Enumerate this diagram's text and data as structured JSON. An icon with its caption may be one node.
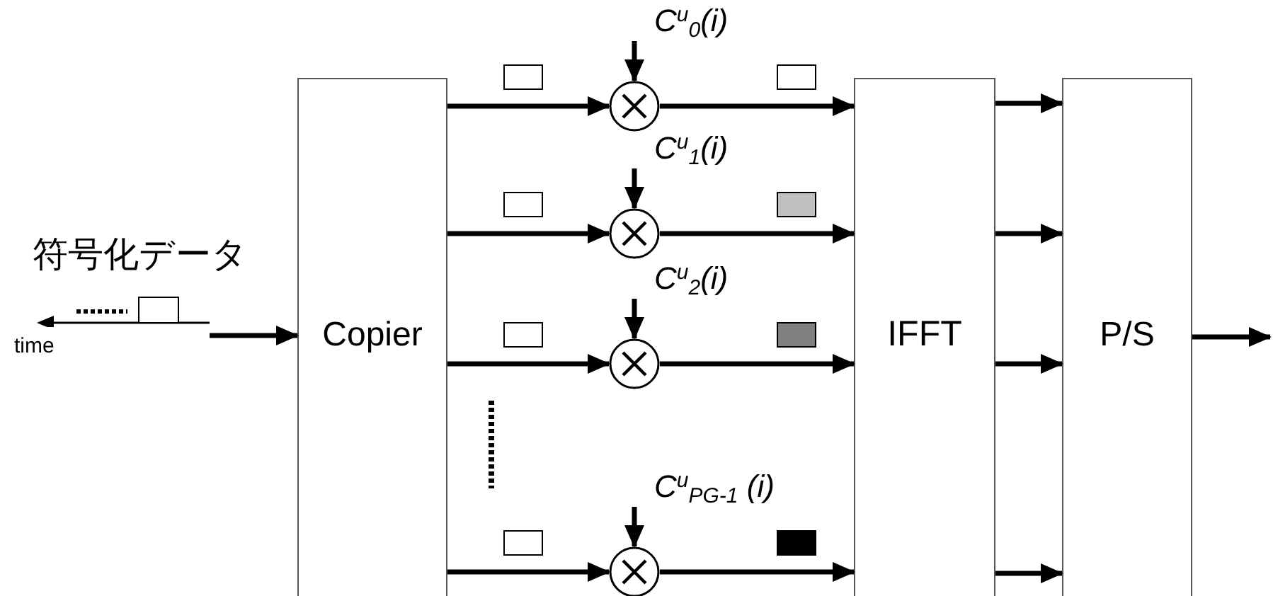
{
  "diagram": {
    "nodes": [
      {
        "text": [
          "符号化データ"
        ],
        "beside": [
          "time"
        ]
      },
      {
        "text": [
          "Copier"
        ]
      },
      {
        "text": [
          "IFFT"
        ]
      },
      {
        "text": [
          "P/S"
        ]
      },
      {
        "text": [],
        "shape": "circle"
      },
      {
        "text": [],
        "shape": "circle"
      },
      {
        "text": [],
        "shape": "circle"
      },
      {
        "text": [],
        "shape": "circle"
      },
      {
        "text": [
          "C$^{u}$$_{0}$(i)"
        ]
      },
      {
        "text": [
          "C$^{u}$$_{1}$(i)"
        ]
      },
      {
        "text": [
          "C$^{u}$$_{2}$(i)"
        ]
      },
      {
        "text": [
          "C$^{u}$$_{PG-1}$ (i)"
        ]
      }
    ],
    "edges": [
      {
        "from": 0,
        "to": 1,
        "arrow": "to"
      },
      {
        "from": 1,
        "to": 4,
        "arrow": "to"
      },
      {
        "from": 1,
        "to": 5,
        "arrow": "to"
      },
      {
        "from": 1,
        "to": 6,
        "arrow": "to"
      },
      {
        "from": 1,
        "to": 7,
        "arrow": "to"
      },
      {
        "from": 8,
        "to": 4,
        "arrow": "to"
      },
      {
        "from": 9,
        "to": 5,
        "arrow": "to"
      },
      {
        "from": 10,
        "to": 6,
        "arrow": "to"
      },
      {
        "from": 11,
        "to": 7,
        "arrow": "to"
      },
      {
        "from": 4,
        "to": 2,
        "arrow": "to"
      },
      {
        "from": 5,
        "to": 2,
        "arrow": "to"
      },
      {
        "from": 6,
        "to": 2,
        "arrow": "to"
      },
      {
        "from": 7,
        "to": 2,
        "arrow": "to"
      },
      {
        "from": 2,
        "to": 3,
        "arrow": "to"
      },
      {
        "from": 2,
        "to": 3,
        "arrow": "to"
      },
      {
        "from": 2,
        "to": 3,
        "arrow": "to"
      },
      {
        "from": 2,
        "to": 3,
        "arrow": "to"
      },
      {
        "from": 3,
        "to": null,
        "arrow": "to"
      }
    ]
  }
}
